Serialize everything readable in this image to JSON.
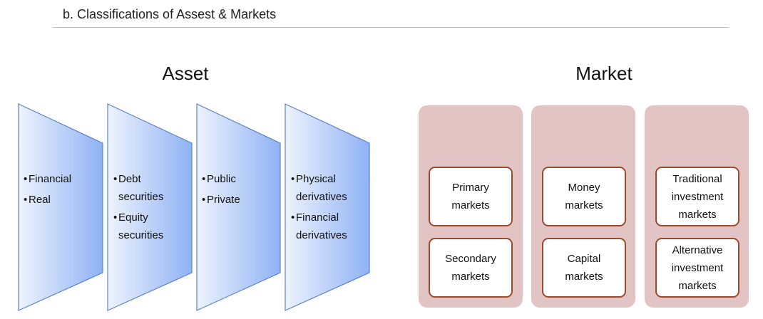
{
  "page": {
    "title": "b. Classifications of Assest & Markets"
  },
  "asset": {
    "heading": "Asset",
    "columns": [
      {
        "items": [
          "Financial",
          "Real"
        ]
      },
      {
        "items": [
          "Debt securities",
          "Equity securities"
        ]
      },
      {
        "items": [
          "Public",
          "Private"
        ]
      },
      {
        "items": [
          "Physical derivatives",
          "Financial derivatives"
        ]
      }
    ]
  },
  "market": {
    "heading": "Market",
    "panels": [
      {
        "boxes": [
          "Primary markets",
          "Secondary markets"
        ]
      },
      {
        "boxes": [
          "Money markets",
          "Capital markets"
        ]
      },
      {
        "boxes": [
          "Traditional investment markets",
          "Alternative investment markets"
        ]
      }
    ]
  },
  "colors": {
    "trapezoid_light": "#eef3fd",
    "trapezoid_dark": "#8fb2f4",
    "trapezoid_border": "#5b82c8",
    "panel_fill": "#e3c4c4",
    "box_border": "#9b4a2c"
  }
}
